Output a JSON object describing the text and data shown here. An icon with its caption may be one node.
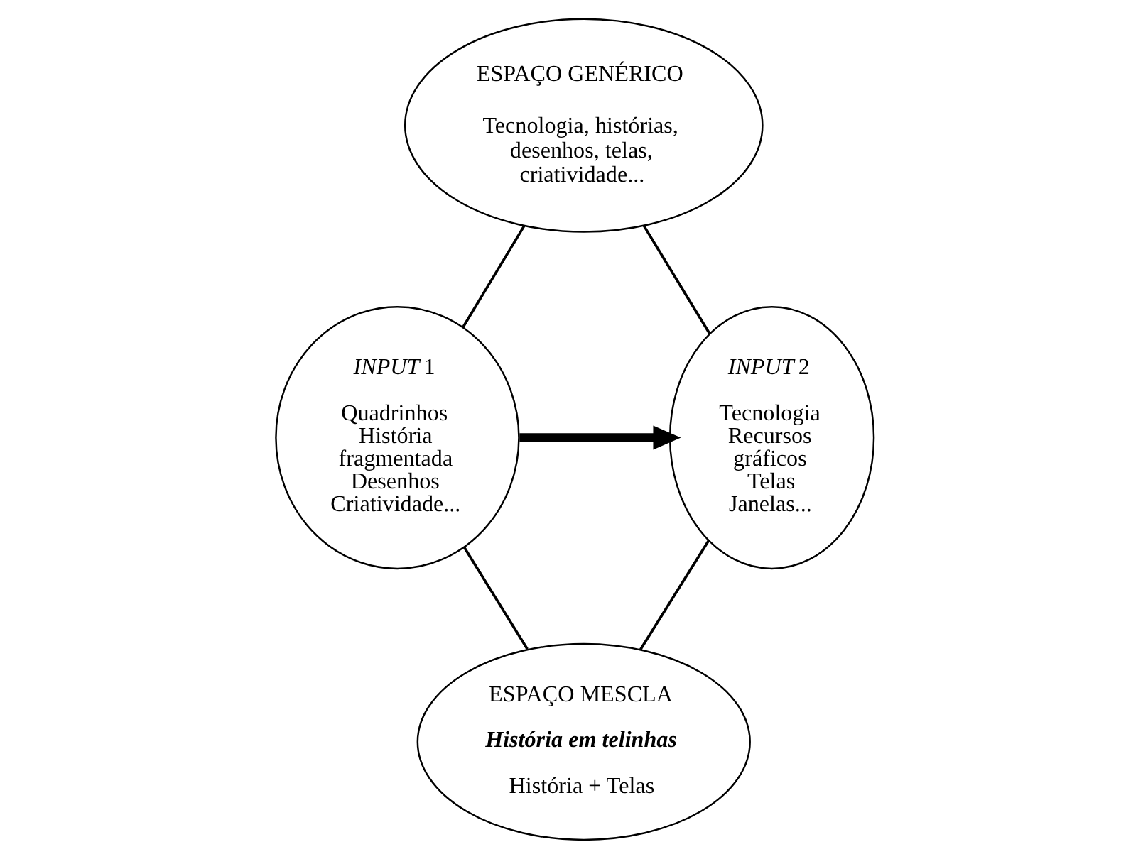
{
  "diagram": {
    "nodes": [
      {
        "text": [
          "ESPAÇO GENÉRICO",
          "Tecnologia, histórias, desenhos, telas, criatividade..."
        ]
      },
      {
        "text": [
          "*INPUT* 1",
          "Quadrinhos História fragmentada Desenhos Criatividade..."
        ]
      },
      {
        "text": [
          "*INPUT* 2",
          "Tecnologia Recursos gráficos Telas Janelas..."
        ]
      },
      {
        "text": [
          "ESPAÇO MESCLA",
          "História em telinhas",
          "História + Telas"
        ]
      }
    ],
    "edges": [
      {
        "from": 0,
        "to": 1,
        "arrow": "none"
      },
      {
        "from": 0,
        "to": 2,
        "arrow": "none"
      },
      {
        "from": 1,
        "to": 2,
        "arrow": "to",
        "style": "thick"
      },
      {
        "from": 1,
        "to": 3,
        "arrow": "none"
      },
      {
        "from": 2,
        "to": 3,
        "arrow": "none"
      }
    ]
  }
}
